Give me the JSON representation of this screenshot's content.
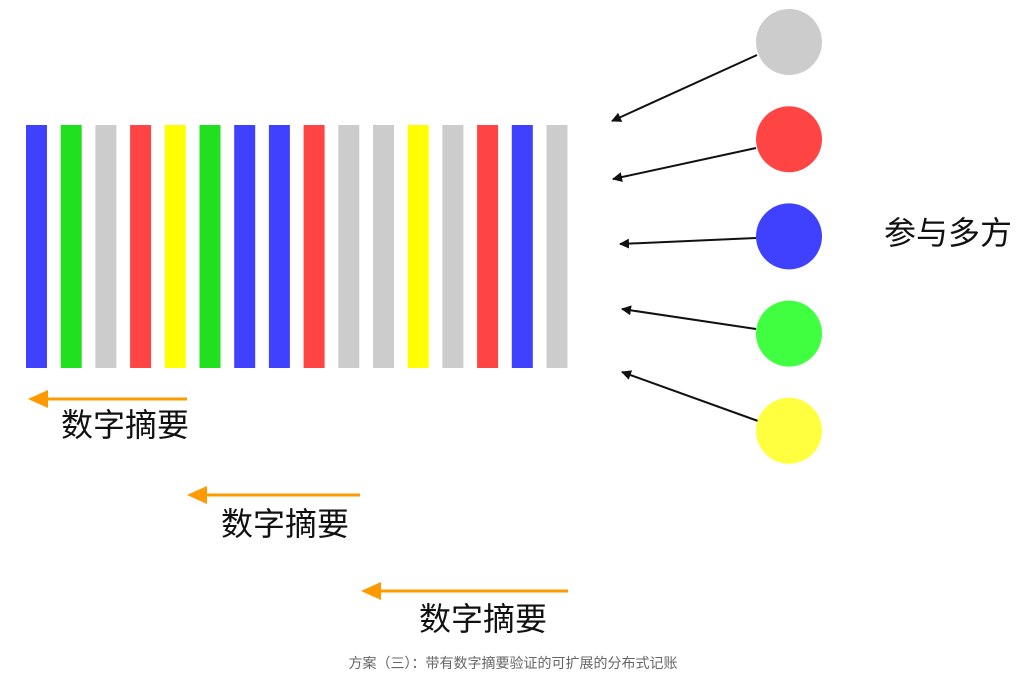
{
  "diagram": {
    "ledger_bars": [
      {
        "color": "#4040ff"
      },
      {
        "color": "#20e020"
      },
      {
        "color": "#cccccc"
      },
      {
        "color": "#ff4444"
      },
      {
        "color": "#ffff00"
      },
      {
        "color": "#20e020"
      },
      {
        "color": "#4040ff"
      },
      {
        "color": "#4040ff"
      },
      {
        "color": "#ff4444"
      },
      {
        "color": "#cccccc"
      },
      {
        "color": "#cccccc"
      },
      {
        "color": "#ffff00"
      },
      {
        "color": "#cccccc"
      },
      {
        "color": "#ff4444"
      },
      {
        "color": "#4040ff"
      },
      {
        "color": "#cccccc"
      }
    ],
    "participants": [
      {
        "color": "#cccccc"
      },
      {
        "color": "#ff4444"
      },
      {
        "color": "#4040ff"
      },
      {
        "color": "#40ff40"
      },
      {
        "color": "#ffff40"
      }
    ],
    "participants_label": "参与多方",
    "digest_labels": [
      "数字摘要",
      "数字摘要",
      "数字摘要"
    ],
    "digest_arrow_color": "#ff9900",
    "participant_arrow_color": "#111111"
  },
  "caption": "方案（三）：带有数字摘要验证的可扩展的分布式记账"
}
